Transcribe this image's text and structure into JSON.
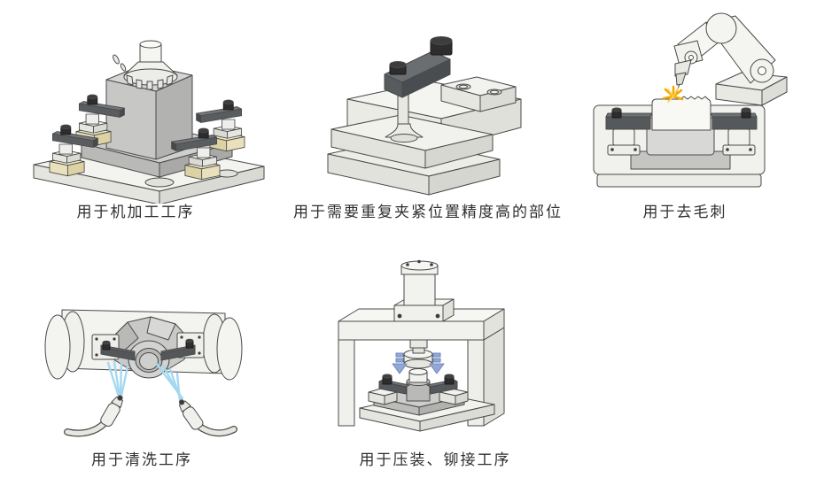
{
  "figures": {
    "machining": {
      "caption": "用于机加工工序"
    },
    "precision": {
      "caption": "用于需要重复夹紧位置精度高的部位"
    },
    "deburring": {
      "caption": "用于去毛刺"
    },
    "cleaning": {
      "caption": "用于清洗工序"
    },
    "press": {
      "caption": "用于压装、铆接工序"
    }
  },
  "colors": {
    "background": "#ffffff",
    "caption_text": "#2f2f2f",
    "outline": "#4a4a4a",
    "surface_light": "#f3f3ef",
    "surface_mid": "#e5e5df",
    "workpiece_gray": "#c7c7c5",
    "clamp_arm_dark": "#5a5d60",
    "clamp_base_cream": "#e9e1bb",
    "bolt_black": "#2d2d2d",
    "spray_blue": "#a5d8f0",
    "arrow_blue": "#8fa8d8",
    "spark_orange": "#f6a800",
    "spark_yellow": "#ffd24a"
  }
}
